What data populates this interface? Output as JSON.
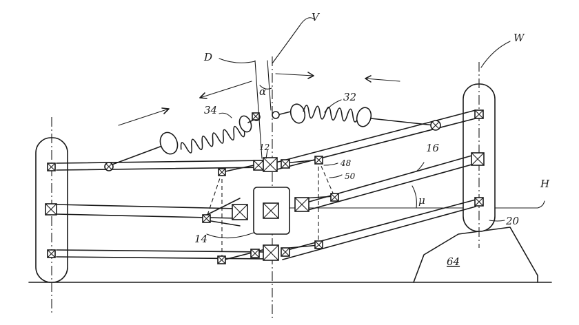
{
  "labels": {
    "v": "V",
    "w": "W",
    "d": "D",
    "alpha": "α",
    "n34": "34",
    "n32": "32",
    "n12": "12",
    "n16": "16",
    "n48": "48",
    "n50": "50",
    "mu": "μ",
    "h": "H",
    "n14": "14",
    "n20": "20",
    "n64": "64"
  }
}
